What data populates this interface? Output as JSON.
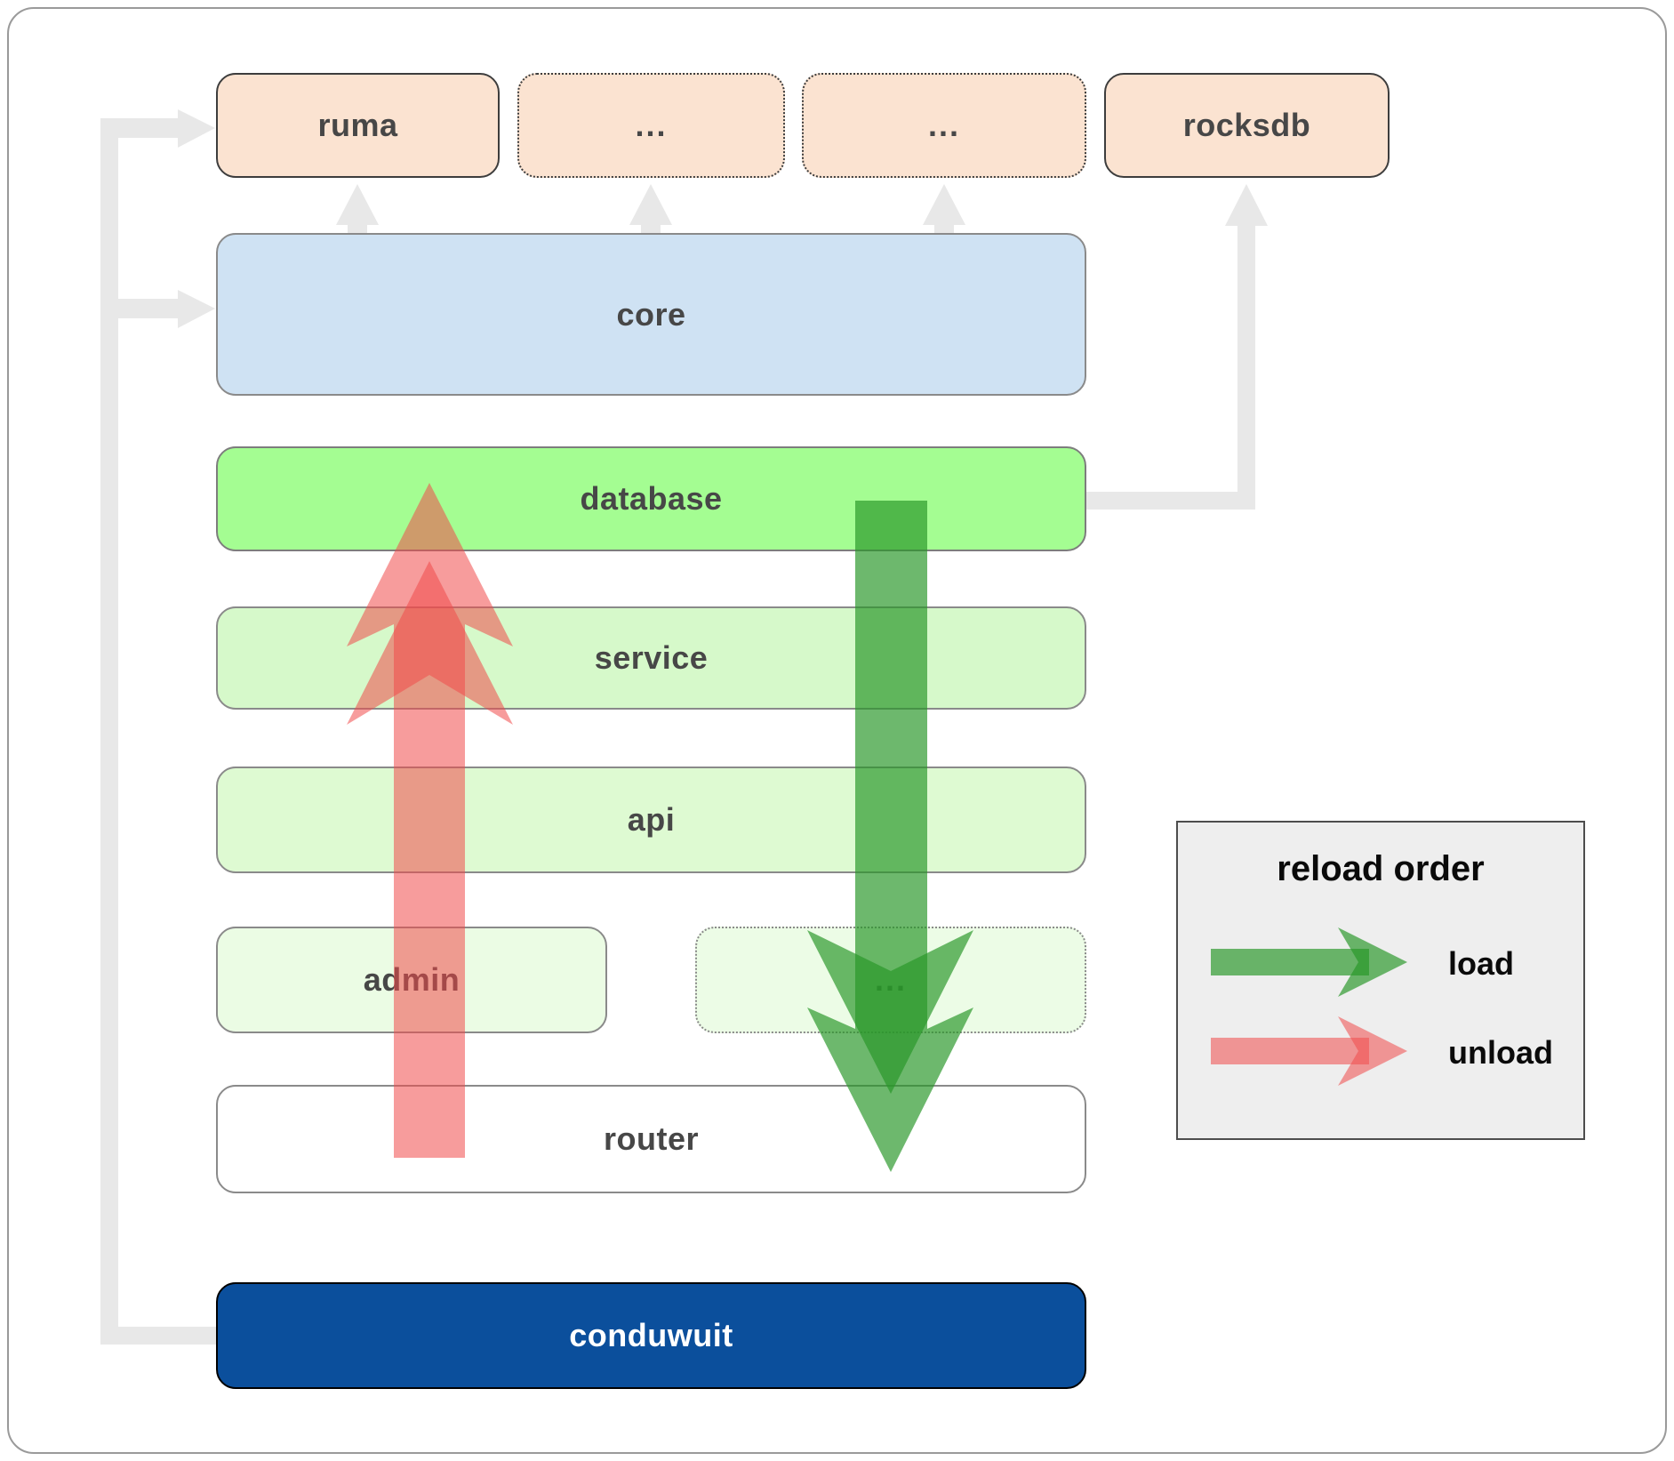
{
  "diagram": {
    "nodes": {
      "ruma": "ruma",
      "more1": "...",
      "more2": "...",
      "rocksdb": "rocksdb",
      "core": "core",
      "database": "database",
      "service": "service",
      "api": "api",
      "admin": "admin",
      "admin_more": "...",
      "router": "router",
      "conduwuit": "conduwuit"
    },
    "legend": {
      "title": "reload order",
      "items": [
        {
          "label": "load",
          "color": "#289628"
        },
        {
          "label": "unload",
          "color": "#f04b4b"
        }
      ]
    },
    "colors": {
      "peach_box": "#fbe3d1",
      "core_blue": "#cfe2f3",
      "database_green": "#a4fd92",
      "service_green": "#d6f9ca",
      "api_green": "#defad2",
      "admin_green": "#ebfce4",
      "router_white": "#ffffff",
      "conduwuit_blue": "#0b4f9c",
      "connector_gray": "#e8e8e8",
      "load_arrow_green": "#289628",
      "unload_arrow_red": "#f04b4b",
      "legend_bg": "#eeeeee"
    }
  }
}
